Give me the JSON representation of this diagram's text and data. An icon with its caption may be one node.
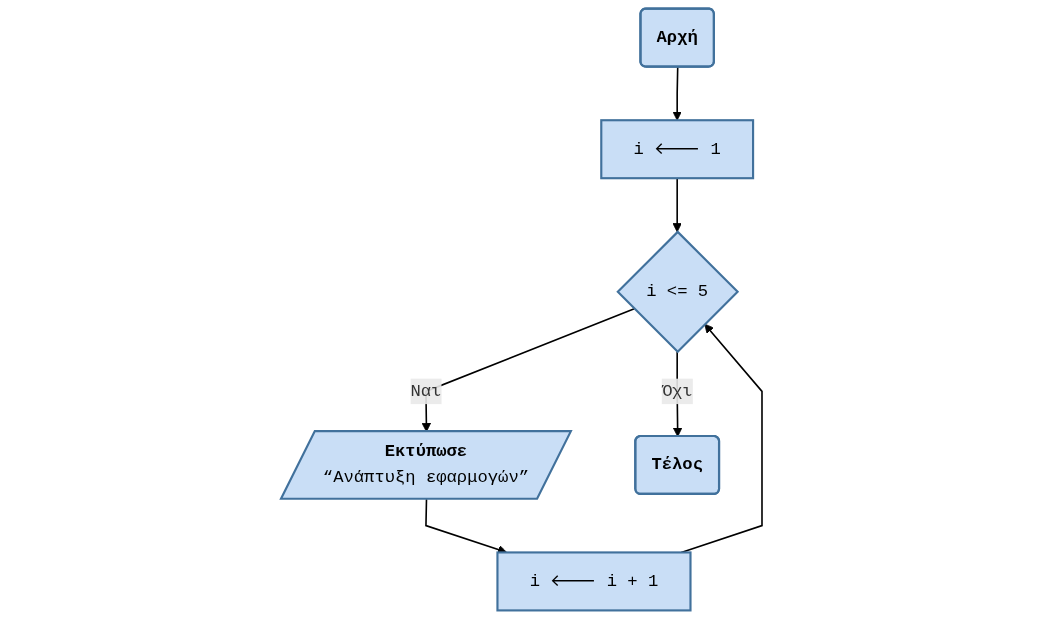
{
  "diagram": {
    "nodes": [
      {
        "text": [
          "Αρχή"
        ]
      },
      {
        "text": [
          "i 🡐 1"
        ]
      },
      {
        "text": [
          "i <= 5"
        ]
      },
      {
        "text": [
          "Εκτύπωσε",
          "“Ανάπτυξη εφαρμογών”"
        ]
      },
      {
        "text": [
          "i 🡐 i + 1"
        ]
      },
      {
        "text": [
          "Τέλος"
        ]
      }
    ],
    "edges": [
      {
        "from": 0,
        "to": 1,
        "arrow": "to"
      },
      {
        "from": 1,
        "to": 2,
        "arrow": "to"
      },
      {
        "from": 2,
        "to": 3,
        "arrow": "to",
        "label": "Ναι"
      },
      {
        "from": 3,
        "to": 4,
        "arrow": "to"
      },
      {
        "from": 4,
        "to": 2,
        "arrow": "to"
      },
      {
        "from": 2,
        "to": 5,
        "arrow": "to",
        "label": "Όχι"
      }
    ]
  }
}
